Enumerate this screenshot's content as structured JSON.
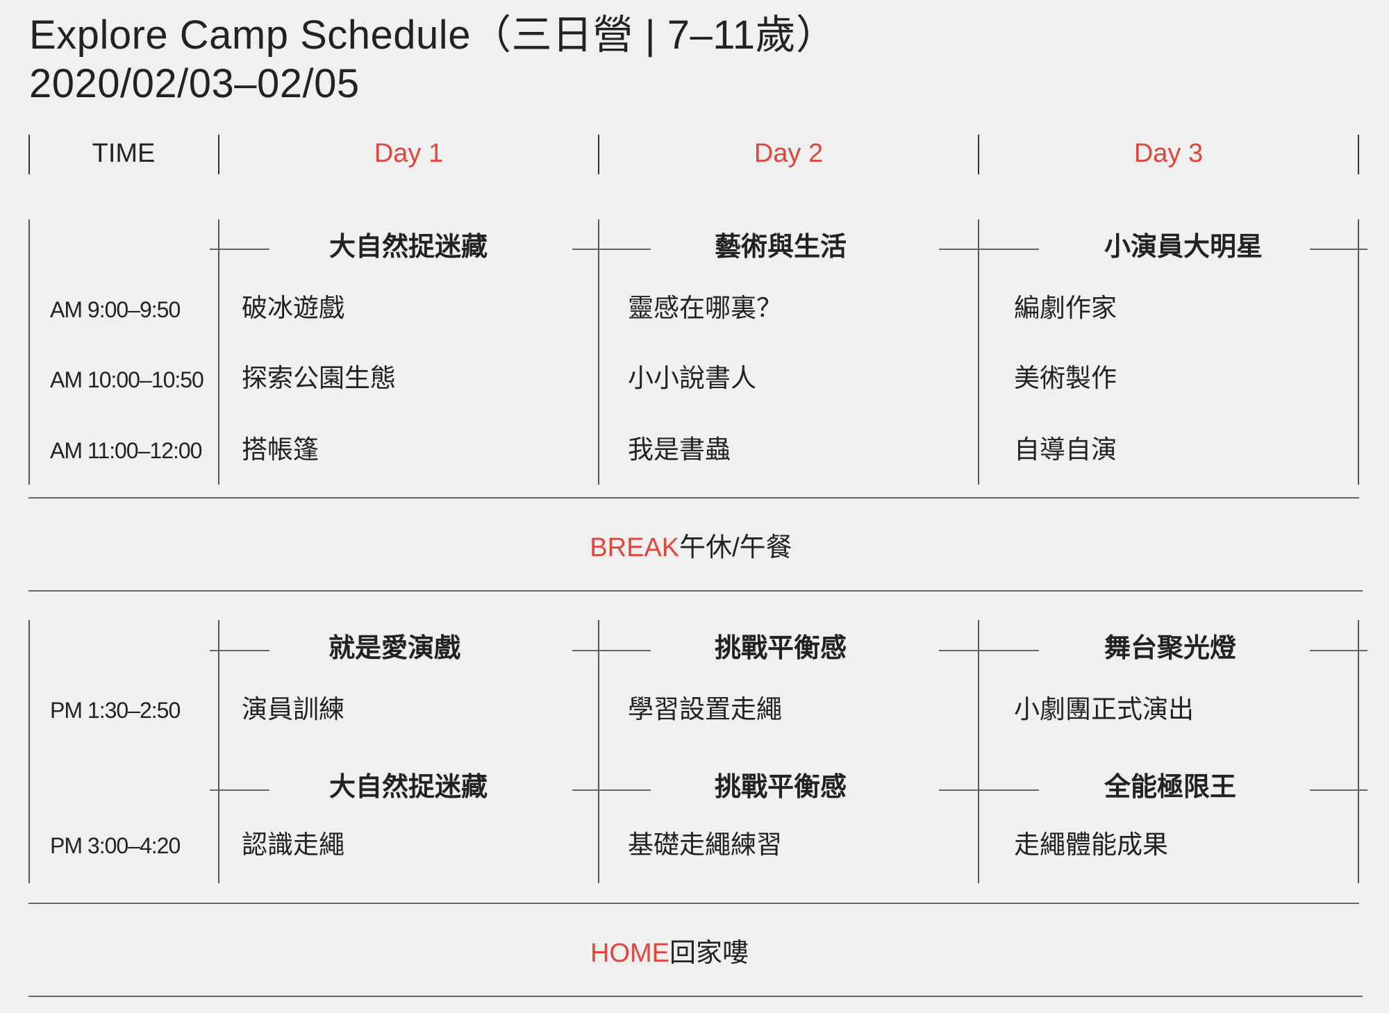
{
  "title": {
    "line1": "Explore Camp Schedule（三日營 | 7–11歲）",
    "line2": "2020/02/03–02/05"
  },
  "header": {
    "time": "TIME",
    "days": [
      "Day 1",
      "Day 2",
      "Day 3"
    ]
  },
  "morning": {
    "times": [
      "AM 9:00–9:50",
      "AM 10:00–10:50",
      "AM 11:00–12:00"
    ],
    "categories": [
      "大自然捉迷藏",
      "藝術與生活",
      "小演員大明星"
    ],
    "items": [
      [
        "破冰遊戲",
        "探索公園生態",
        "搭帳篷"
      ],
      [
        "靈感在哪裏？",
        "小小說書人",
        "我是書蟲"
      ],
      [
        "編劇作家",
        "美術製作",
        "自導自演"
      ]
    ]
  },
  "break": {
    "en": "BREAK",
    "zh": "午休/午餐"
  },
  "afternoon": {
    "times": [
      "PM 1:30–2:50",
      "PM 3:00–4:20"
    ],
    "categories_1": [
      "就是愛演戲",
      "挑戰平衡感",
      "舞台聚光燈"
    ],
    "items_1": [
      "演員訓練",
      "學習設置走繩",
      "小劇團正式演出"
    ],
    "categories_2": [
      "大自然捉迷藏",
      "挑戰平衡感",
      "全能極限王"
    ],
    "items_2": [
      "認識走繩",
      "基礎走繩練習",
      "走繩體能成果"
    ]
  },
  "home": {
    "en": "HOME",
    "zh": "回家嘍"
  },
  "colors": {
    "accent": "#e0463a",
    "text": "#222222",
    "background": "#f0f0f0"
  }
}
